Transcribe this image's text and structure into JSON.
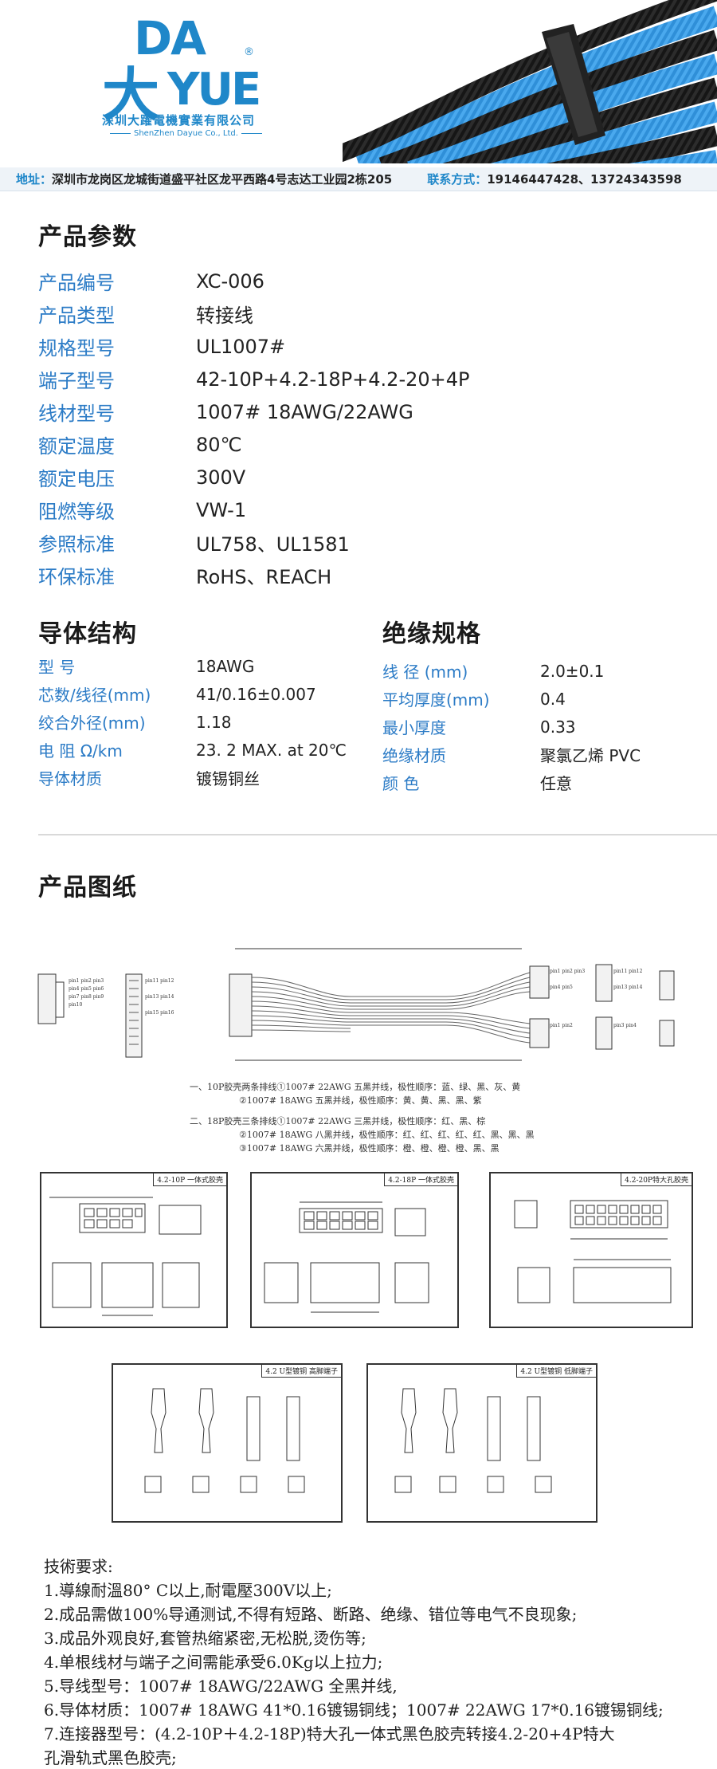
{
  "brand": {
    "logo_top": "DA",
    "logo_char": "大",
    "logo_bottom": "YUE",
    "reg_mark": "®",
    "company_cn": "深圳大躍電機實業有限公司",
    "company_en": "ShenZhen Dayue Co., Ltd."
  },
  "address_bar": {
    "address_label": "地址：",
    "address": "深圳市龙岗区龙城街道盛平社区龙平西路4号志达工业园2栋205",
    "contact_label": "联系方式：",
    "contact": "19146447428、13724343598"
  },
  "params": {
    "title": "产品参数",
    "rows": [
      {
        "k": "产品编号",
        "v": "XC-006"
      },
      {
        "k": "产品类型",
        "v": "转接线"
      },
      {
        "k": "规格型号",
        "v": "UL1007#"
      },
      {
        "k": "端子型号",
        "v": "42-10P+4.2-18P+4.2-20+4P"
      },
      {
        "k": "线材型号",
        "v": "1007# 18AWG/22AWG"
      },
      {
        "k": "额定温度",
        "v": "80℃"
      },
      {
        "k": "额定电压",
        "v": "300V"
      },
      {
        "k": "阻燃等级",
        "v": "VW-1"
      },
      {
        "k": "参照标准",
        "v": "UL758、UL1581"
      },
      {
        "k": "环保标准",
        "v": "RoHS、REACH"
      }
    ]
  },
  "conductor": {
    "title": "导体结构",
    "rows": [
      {
        "k": "型 号",
        "v": "18AWG"
      },
      {
        "k": "芯数/线径(mm)",
        "v": "41/0.16±0.007"
      },
      {
        "k": "绞合外径(mm)",
        "v": "1.18"
      },
      {
        "k": "电 阻 Ω/km",
        "v": "23. 2 MAX. at 20℃"
      },
      {
        "k": "导体材质",
        "v": "镀锡铜丝"
      }
    ]
  },
  "insulation": {
    "title": "绝缘规格",
    "rows": [
      {
        "k": "线 径 (mm)",
        "v": "2.0±0.1"
      },
      {
        "k": "平均厚度(mm)",
        "v": "0.4"
      },
      {
        "k": "最小厚度",
        "v": "0.33"
      },
      {
        "k": "绝缘材质",
        "v": "聚氯乙烯 PVC"
      },
      {
        "k": "颜 色",
        "v": "任意"
      }
    ]
  },
  "drawing": {
    "title": "产品图纸",
    "note1": "一、10P胶壳两条排线①1007# 22AWG 五黑并线，极性顺序：蓝、绿、黑、灰、黄",
    "note1b": "②1007# 18AWG 五黑并线，极性顺序：黄、黄、黑、黑、紫",
    "note2": "二、18P胶壳三条排线①1007# 22AWG 三黑并线，极性顺序：红、黑、棕",
    "note2b": "②1007# 18AWG 八黑并线，极性顺序：红、红、红、红、红、黑、黑、黑",
    "note2c": "③1007# 18AWG 六黑并线，极性顺序：橙、橙、橙、橙、黑、黑",
    "panel1_tag": "4.2-10P 一体式胶壳",
    "panel2_tag": "4.2-18P 一体式胶壳",
    "panel3_tag": "4.2-20P特大孔胶壳",
    "panel4_tag": "4.2 U型镀铜 高脚端子",
    "panel5_tag": "4.2 U型镀铜 低脚端子"
  },
  "tech": {
    "title": "技術要求:",
    "items": [
      "1.導線耐溫80° C以上,耐電壓300V以上;",
      "2.成品需做100%导通测试,不得有短路、断路、绝缘、错位等电气不良现象;",
      "3.成品外观良好,套管热缩紧密,无松脱,烫伤等;",
      "4.单根线材与端子之间需能承受6.0Kg以上拉力;",
      "5.导线型号：1007# 18AWG/22AWG 全黑并线,",
      "6.导体材质：1007# 18AWG 41*0.16镀锡铜线；1007# 22AWG 17*0.16镀锡铜线;",
      "7.连接器型号：(4.2-10P＋4.2-18P)特大孔一体式黑色胶壳转接4.2-20+4P特大",
      "孔滑轨式黑色胶壳;"
    ]
  },
  "colors": {
    "brand_blue": "#1f87c9",
    "label_blue": "#2b7bc6",
    "cable_blue": "#3a9be0",
    "cable_black": "#1a1a1a"
  }
}
